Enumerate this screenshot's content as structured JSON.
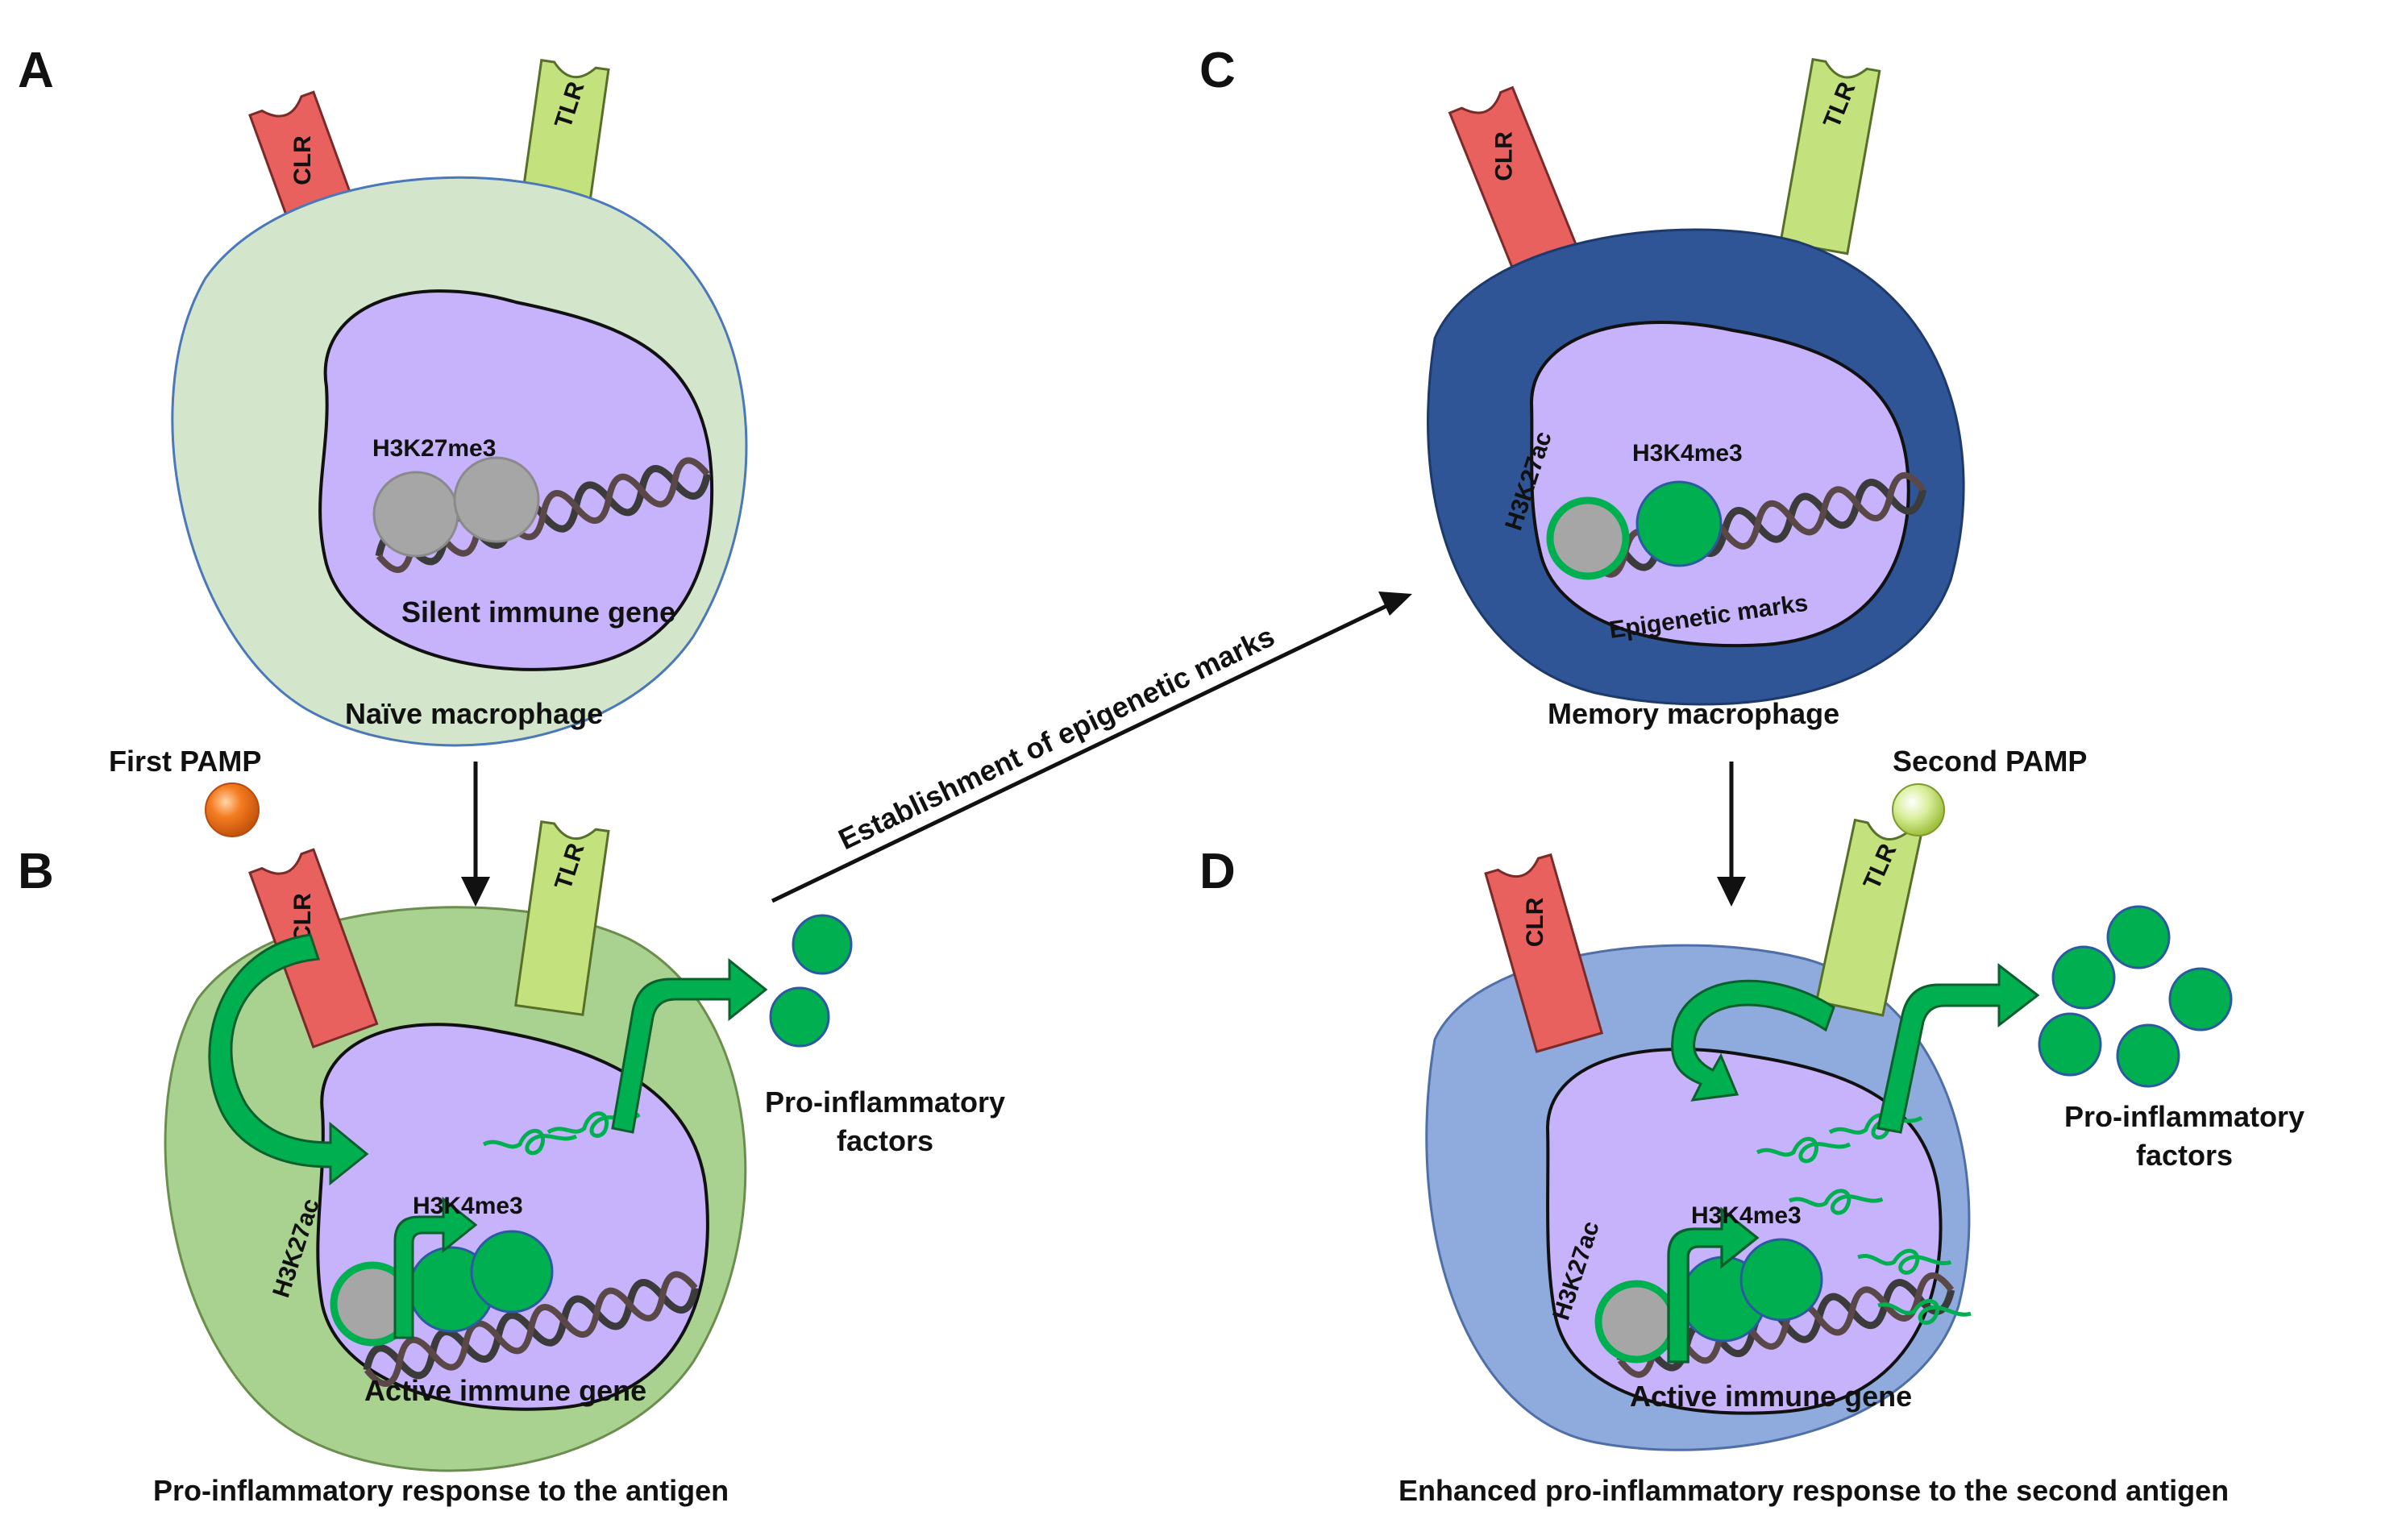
{
  "panels": {
    "a": {
      "letter": "A",
      "receptors": {
        "clr": "CLR",
        "tlr": "TLR"
      },
      "histone_mark": "H3K27me3",
      "gene_label": "Silent immune gene",
      "cell_label": "Naïve macrophage"
    },
    "b": {
      "letter": "B",
      "receptors": {
        "clr": "CLR",
        "tlr": "TLR"
      },
      "pamp_label": "First PAMP",
      "mark_ac": "H3K27ac",
      "mark_me": "H3K4me3",
      "gene_label": "Active  immune gene",
      "factors_line1": "Pro-inflammatory",
      "factors_line2": "factors",
      "caption": "Pro-inflammatory response to the antigen"
    },
    "c": {
      "letter": "C",
      "receptors": {
        "clr": "CLR",
        "tlr": "TLR"
      },
      "mark_ac": "H3K27ac",
      "mark_me": "H3K4me3",
      "gene_label": "Epigenetic marks",
      "cell_label": "Memory macrophage"
    },
    "d": {
      "letter": "D",
      "receptors": {
        "clr": "CLR",
        "tlr": "TLR"
      },
      "pamp_label": "Second PAMP",
      "mark_ac": "H3K27ac",
      "mark_me": "H3K4me3",
      "gene_label": "Active immune gene",
      "factors_line1": "Pro-inflammatory",
      "factors_line2": "factors",
      "caption": "Enhanced pro-inflammatory response to the second antigen"
    }
  },
  "arrow_label": "Establishment of epigenetic marks",
  "colors": {
    "clr": "#e8615f",
    "tlr": "#c3e27d",
    "nucleus": "#c7b3fb",
    "naive_cell": "#d3e6cc",
    "activated_cell": "#a9d18f",
    "memory_cell": "#2f5597",
    "enhanced_cell": "#8faadc",
    "factor": "#00b050",
    "histone_grey": "#a6a6a6",
    "first_pamp": "#f47b20",
    "second_pamp": "#c6e36b"
  }
}
